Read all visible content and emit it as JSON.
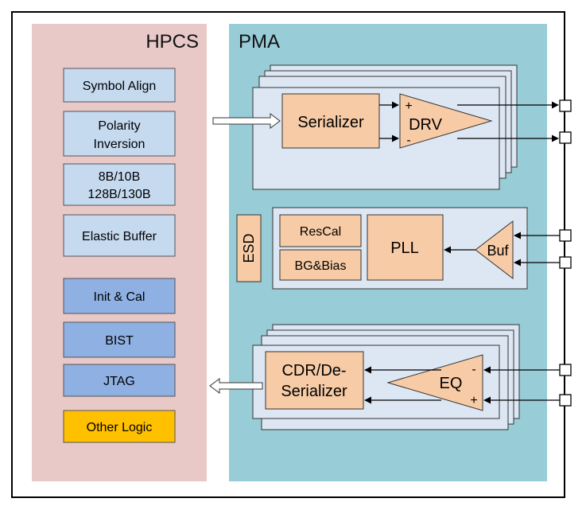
{
  "colors": {
    "hpcs_bg": "#e9c8c8",
    "pma_bg": "#98ccd6",
    "light_block": "#c5d9ef",
    "dark_block": "#8fb0e2",
    "orange_block": "#f7cba6",
    "other_logic": "#ffc000",
    "card": "#dde7f4"
  },
  "hpcs": {
    "title": "HPCS",
    "blocks": {
      "symbol_align": "Symbol Align",
      "polarity_l1": "Polarity",
      "polarity_l2": "Inversion",
      "coding_l1": "8B/10B",
      "coding_l2": "128B/130B",
      "elastic_buffer": "Elastic Buffer",
      "init_cal": "Init & Cal",
      "bist": "BIST",
      "jtag": "JTAG",
      "other_logic": "Other Logic"
    }
  },
  "pma": {
    "title": "PMA",
    "tx": {
      "serializer": "Serializer",
      "drv": "DRV",
      "plus": "+",
      "minus": "-"
    },
    "clock": {
      "esd": "ESD",
      "rescal": "ResCal",
      "bgbias": "BG&Bias",
      "pll": "PLL",
      "buf": "Buf"
    },
    "rx": {
      "cdr_l1": "CDR/De-",
      "cdr_l2": "Serializer",
      "eq": "EQ",
      "minus": "-",
      "plus": "+"
    }
  }
}
